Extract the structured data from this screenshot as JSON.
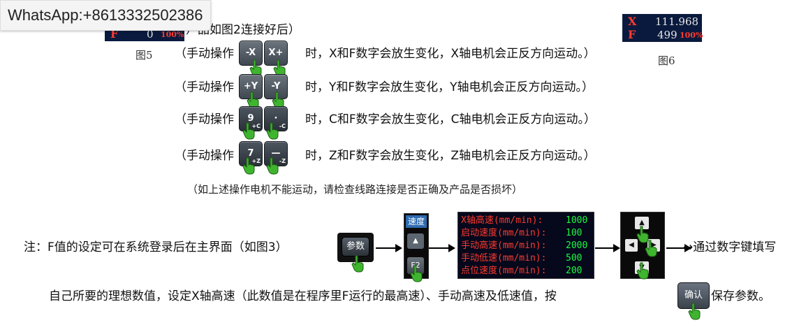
{
  "watermark": "WhatsApp:+8613332502386",
  "lcd_left": {
    "label": "F",
    "value": "0",
    "percent": "100%"
  },
  "lcd_right": {
    "x_label": "X",
    "x_value": "111.968",
    "f_label": "F",
    "f_value": "499",
    "percent": "100%"
  },
  "header_fragment": "）品如图2连接好后）",
  "captions": {
    "fig5": "图5",
    "fig6": "图6"
  },
  "rows": [
    {
      "prefix": "（手动操作",
      "key1": "-X",
      "key2": "X+",
      "suffix": "时，X和F数字会放生变化，X轴电机会正反方向运动。）"
    },
    {
      "prefix": "（手动操作",
      "key1": "+Y",
      "key2": "-Y",
      "suffix": "时，Y和F数字会放生变化，Y轴电机会正反方向运动。）"
    },
    {
      "prefix": "（手动操作",
      "key1": "9",
      "key1_sub": "+C",
      "key2": "·",
      "key2_sub": "-C",
      "suffix": "时，C和F数字会放生变化，C轴电机会正反方向运动。）"
    },
    {
      "prefix": "（手动操作",
      "key1": "7",
      "key1_sub": "+Z",
      "key2": "—",
      "key2_sub": "-Z",
      "suffix": "时，Z和F数字会放生变化，Z轴电机会正反方向运动。）"
    }
  ],
  "note_check": "（如上述操作电机不能运动，请检查线路连接是否正确及产品是否损坏）",
  "note_prefix": "注：F值的设定可在系统登录后在主界面（如图3）",
  "param_button": "参数",
  "speed_tab": "速度",
  "up_glyph": "▲",
  "f2_key": "F2",
  "speed_settings": [
    {
      "label": "X轴高速(mm/min):",
      "value": "1000"
    },
    {
      "label": "启动速度(mm/min):",
      "value": "100"
    },
    {
      "label": "手动高速(mm/min):",
      "value": "2000"
    },
    {
      "label": "手动低速(mm/min):",
      "value": "500"
    },
    {
      "label": "点位速度(mm/min):",
      "value": "200"
    }
  ],
  "nav_keys": {
    "up": "▲",
    "left": "◀",
    "right": "▶",
    "down": "▼"
  },
  "fill_text": "→通过数字键填写",
  "bottom_text": "自己所要的理想数值，设定X轴高速（此数值是在程序里F运行的最高速）、手动高速及低速值，按",
  "confirm_button": "确认",
  "bottom_suffix": "保存参数。",
  "colors": {
    "lcd_bg": "#0a1a3e",
    "lcd_red": "#ff3b2e",
    "lcd_green": "#17ff3d",
    "hand_green": "#3fb52f"
  }
}
